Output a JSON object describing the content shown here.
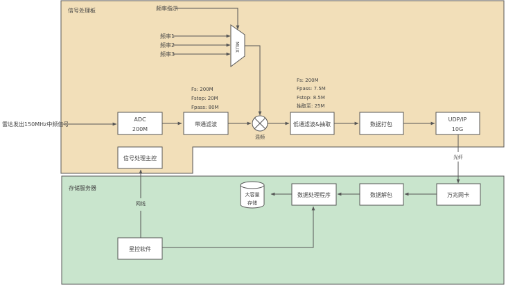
{
  "colors": {
    "board_fill": "#f2dfb9",
    "storage_fill": "#c9e5cd",
    "stroke": "#555555",
    "box_fill": "#ffffff"
  },
  "board": {
    "title": "信号处理板"
  },
  "storage": {
    "title": "存储服务器"
  },
  "inputs": {
    "freq_indicator": "频率指示",
    "freq1": "频率1",
    "freq2": "频率2",
    "freq3": "频率3",
    "radar": "雷达发出150MHz中频信号"
  },
  "mux": {
    "label": "MUX"
  },
  "adc": {
    "line1": "ADC",
    "line2": "200M"
  },
  "bandpass": {
    "label": "带通滤波",
    "params": [
      "Fs:  200M",
      "Fstop:  20M",
      "Fpass:  80M"
    ]
  },
  "mixer": {
    "label": "混频"
  },
  "lowpass": {
    "label": "低通滤波&抽取",
    "params": [
      "Fs:  200M",
      "Fpass:  7.5M",
      "Fstop:  8.5M",
      "抽取至:  25M"
    ]
  },
  "pack": {
    "label": "数据打包"
  },
  "udp": {
    "line1": "UDP/IP",
    "line2": "10G"
  },
  "controller": {
    "label": "信号处理主控"
  },
  "fiber": {
    "label": "光纤"
  },
  "nic": {
    "label": "万兆网卡"
  },
  "unpack": {
    "label": "数据解包"
  },
  "processor": {
    "label": "数据处理程序"
  },
  "storage_db": {
    "line1": "大容量",
    "line2": "存储"
  },
  "network": {
    "label": "网线"
  },
  "control_sw": {
    "label": "星控软件"
  }
}
